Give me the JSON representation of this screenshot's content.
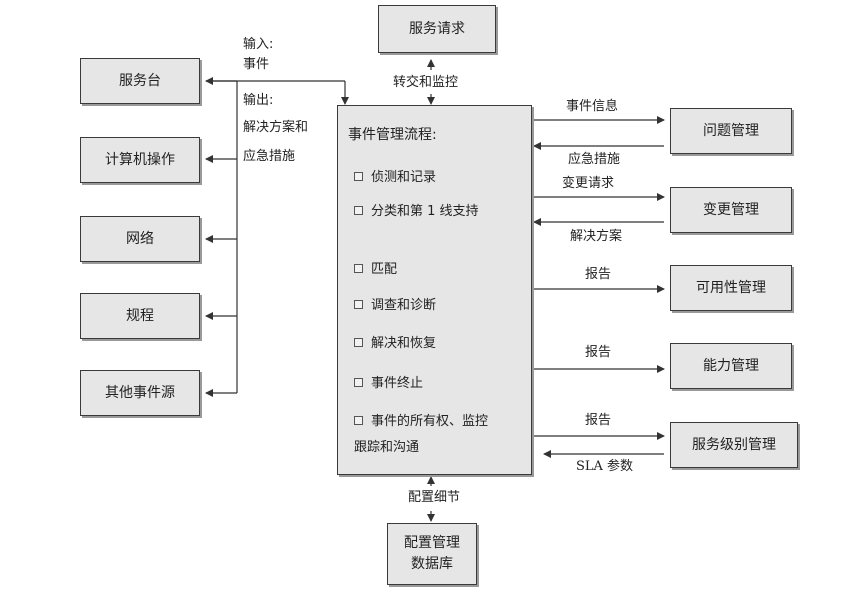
{
  "top_box": "服务请求",
  "top_link_label": "转交和监控",
  "process": {
    "title": "事件管理流程:",
    "steps": [
      "侦测和记录",
      "分类和第 1 线支持",
      "匹配",
      "调查和诊断",
      "解决和恢复",
      "事件终止"
    ],
    "last_step_line1": "事件的所有权、监控",
    "last_step_line2": "跟踪和沟通"
  },
  "left_boxes": [
    "服务台",
    "计算机操作",
    "网络",
    "规程",
    "其他事件源"
  ],
  "left_labels": {
    "input_line1": "输入:",
    "input_line2": "事件",
    "output_line1": "输出:",
    "output_line2": "解决方案和",
    "output_line3": "应急措施"
  },
  "right_boxes": [
    "问题管理",
    "变更管理",
    "可用性管理",
    "能力管理",
    "服务级别管理"
  ],
  "right_labels": {
    "problem_out": "事件信息",
    "problem_in": "应急措施",
    "change_out": "变更请求",
    "change_in": "解决方案",
    "availability_out": "报告",
    "capacity_out": "报告",
    "sla_out": "报告",
    "sla_in": "SLA 参数"
  },
  "bottom_link_label": "配置细节",
  "bottom_box_line1": "配置管理",
  "bottom_box_line2": "数据库"
}
